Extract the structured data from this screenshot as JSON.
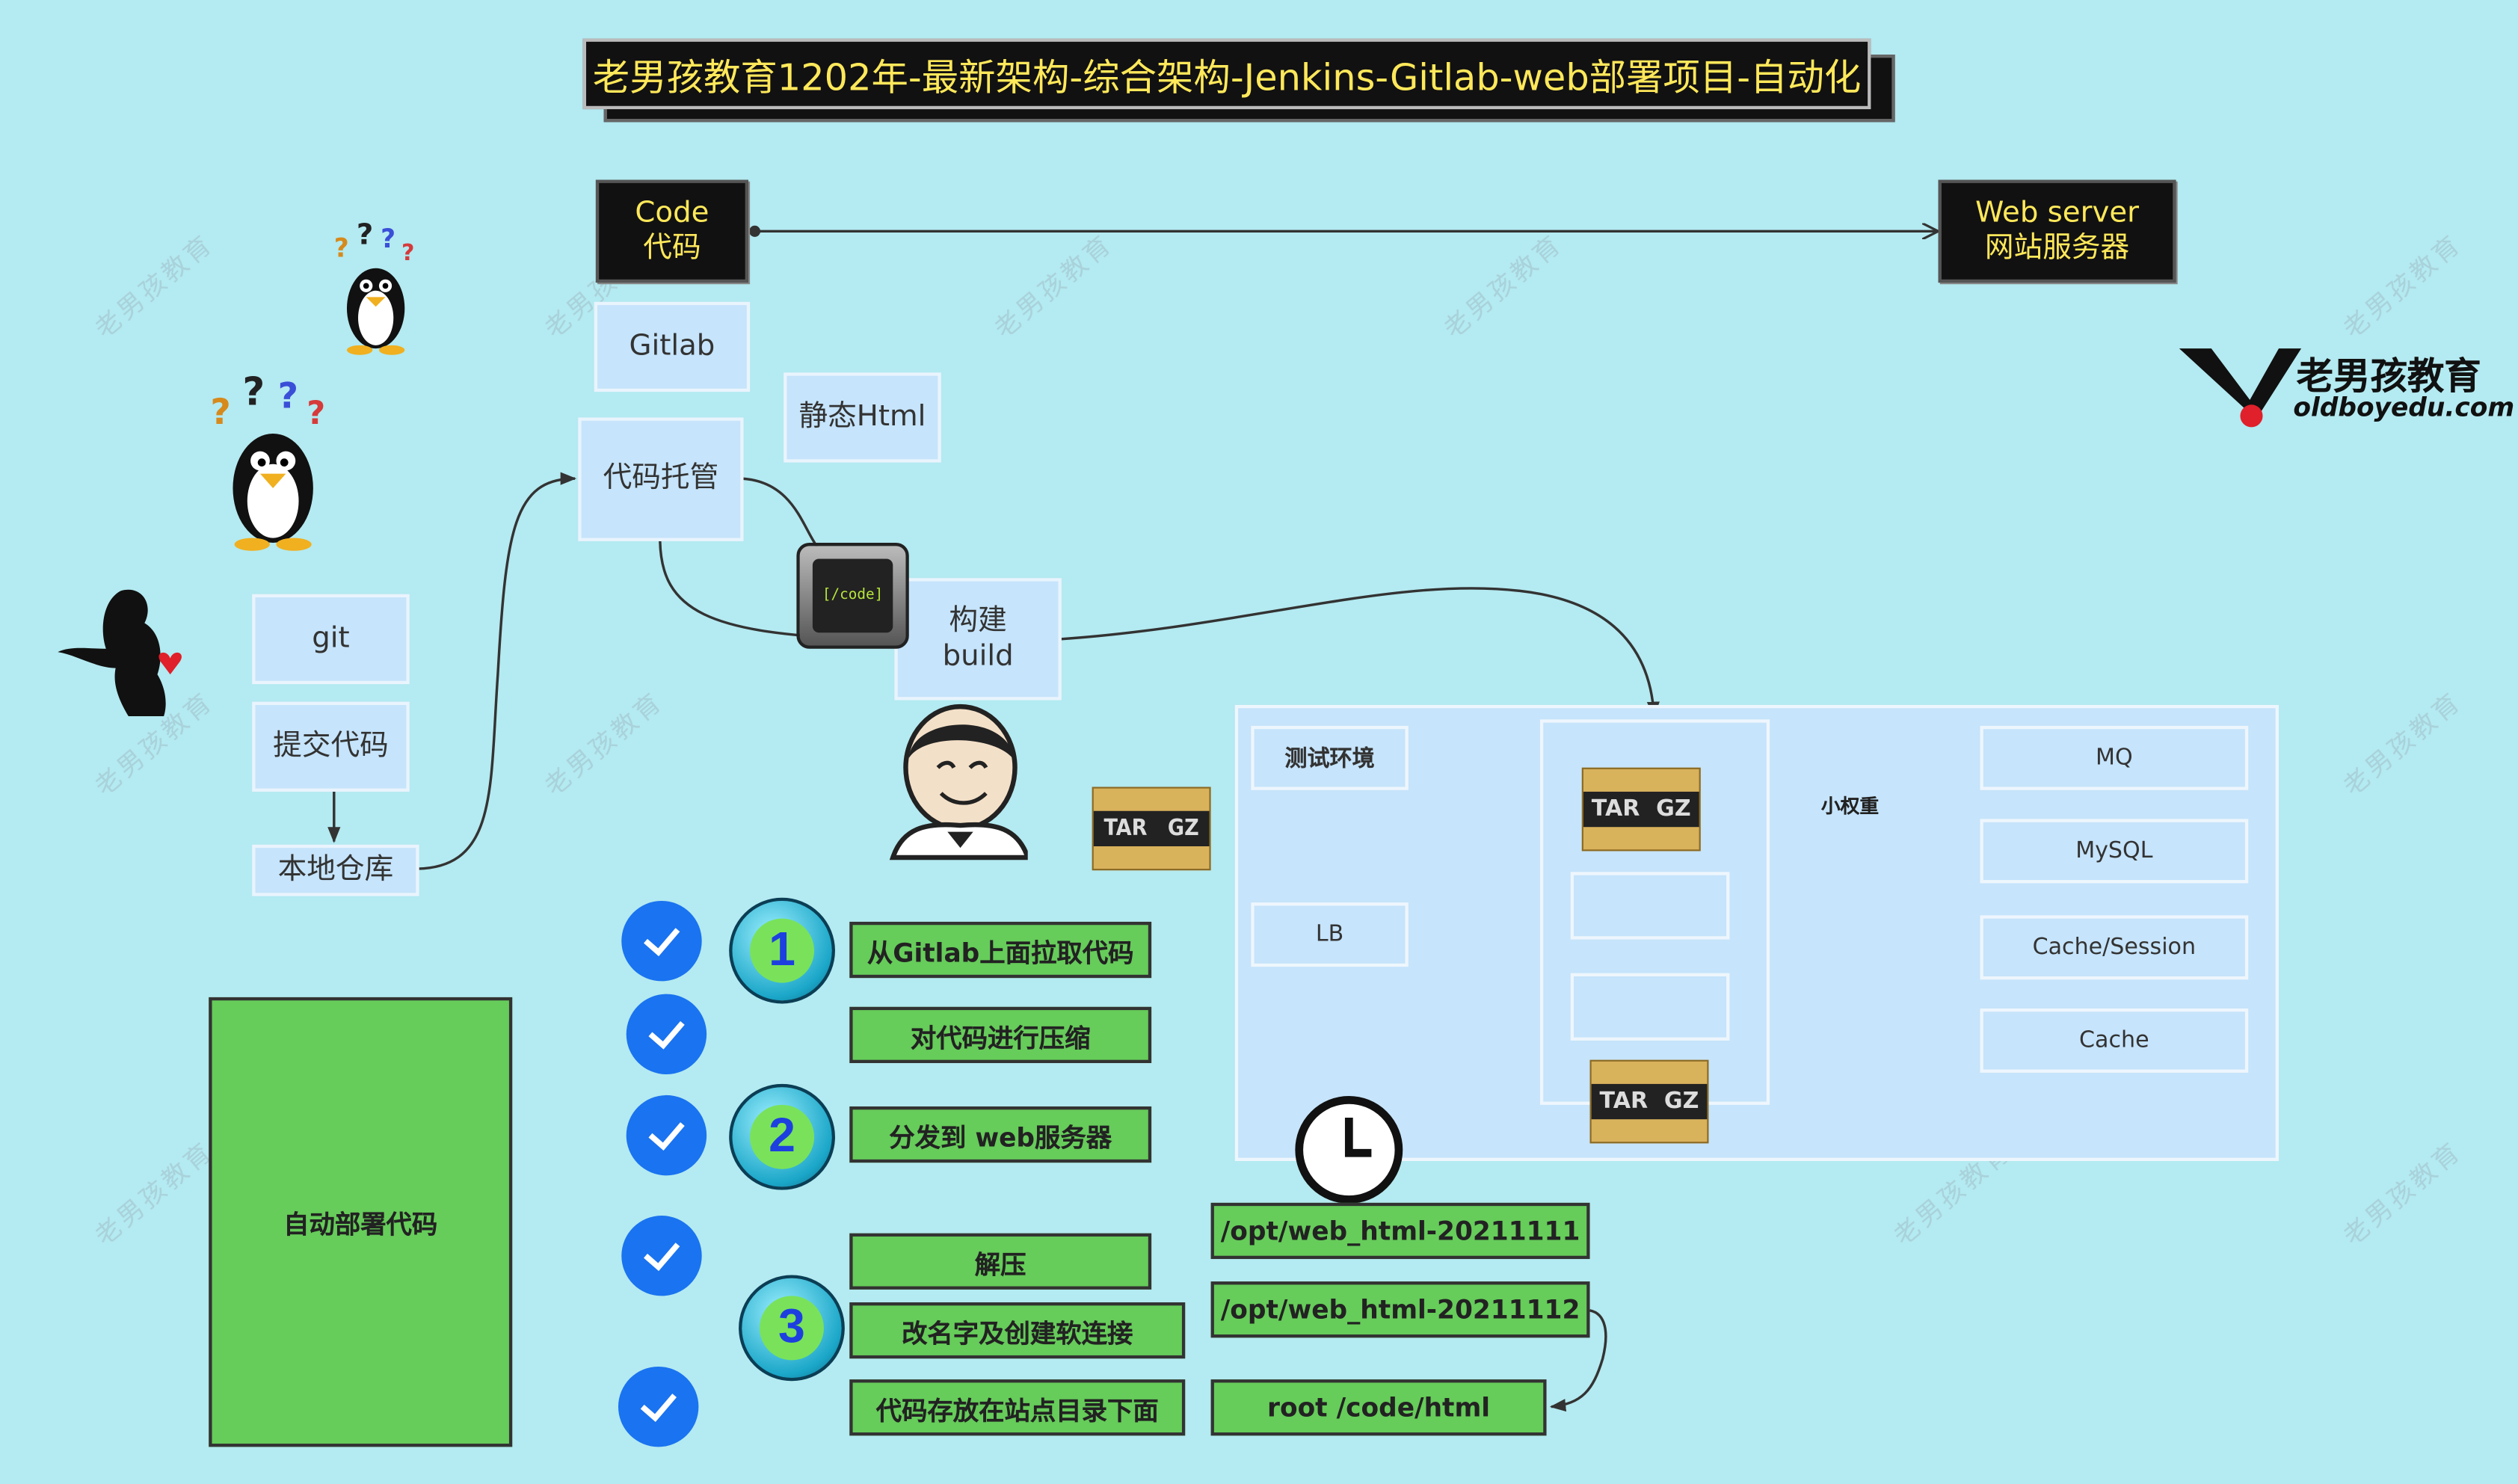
{
  "title": "老男孩教育1202年-最新架构-综合架构-Jenkins-Gitlab-web部署项目-自动化",
  "code_box": {
    "line1": "Code",
    "line2": "代码"
  },
  "webserver_box": {
    "line1": "Web server",
    "line2": "网站服务器"
  },
  "gitlab": "Gitlab",
  "static_html": "静态Html",
  "code_hosting": "代码托管",
  "build": {
    "line1": "构建",
    "line2": "build"
  },
  "git": "git",
  "commit": "提交代码",
  "local_repo": "本地仓库",
  "auto_deploy": "自动部署代码",
  "steps": [
    "从Gitlab上面拉取代码",
    "对代码进行压缩",
    "分发到 web服务器",
    "解压",
    "改名字及创建软连接",
    "代码存放在站点目录下面"
  ],
  "step_numbers": [
    "1",
    "2",
    "3"
  ],
  "paths": [
    "/opt/web_html-20211111",
    "/opt/web_html-20211112",
    "root /code/html"
  ],
  "env": {
    "label": "测试环境",
    "lb": "LB",
    "weight_note": "小权重",
    "services": [
      "MQ",
      "MySQL",
      "Cache/Session",
      "Cache"
    ]
  },
  "logo": {
    "name": "老男孩教育",
    "url": "oldboyedu.com"
  },
  "icons": {
    "tar_label": "TAR",
    "gz_label": "GZ",
    "terminal_label": "[/code]",
    "question": "?"
  },
  "watermark": "老男孩教育",
  "colors": {
    "background": "#b4eaf1",
    "step_green": "#66cc5a",
    "check_blue": "#1a73f0",
    "title_text": "#ffe85a"
  }
}
